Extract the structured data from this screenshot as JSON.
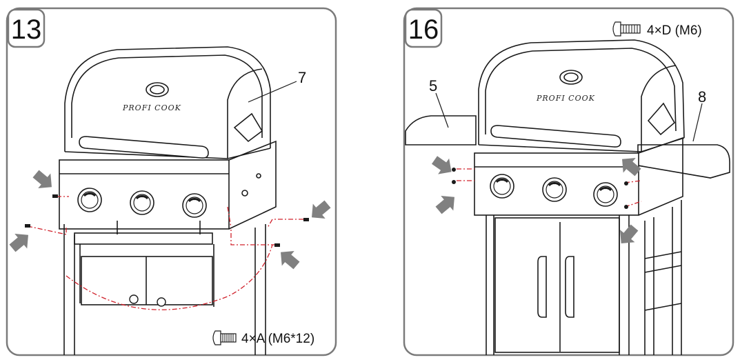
{
  "panels": [
    {
      "step": "13",
      "callouts": [
        "7"
      ],
      "hardware": "4×A (M6*12)",
      "brand": "PROFI COOK"
    },
    {
      "step": "16",
      "callouts": [
        "5",
        "8"
      ],
      "hardware": "4×D (M6)",
      "brand": "PROFI COOK"
    }
  ],
  "colors": {
    "frame": "#7a7a7a",
    "line": "#1a1a1a",
    "dash": "#d0202a",
    "arrow": "#7f7f7f"
  },
  "icons": [
    "screw-icon",
    "arrow-icon"
  ]
}
